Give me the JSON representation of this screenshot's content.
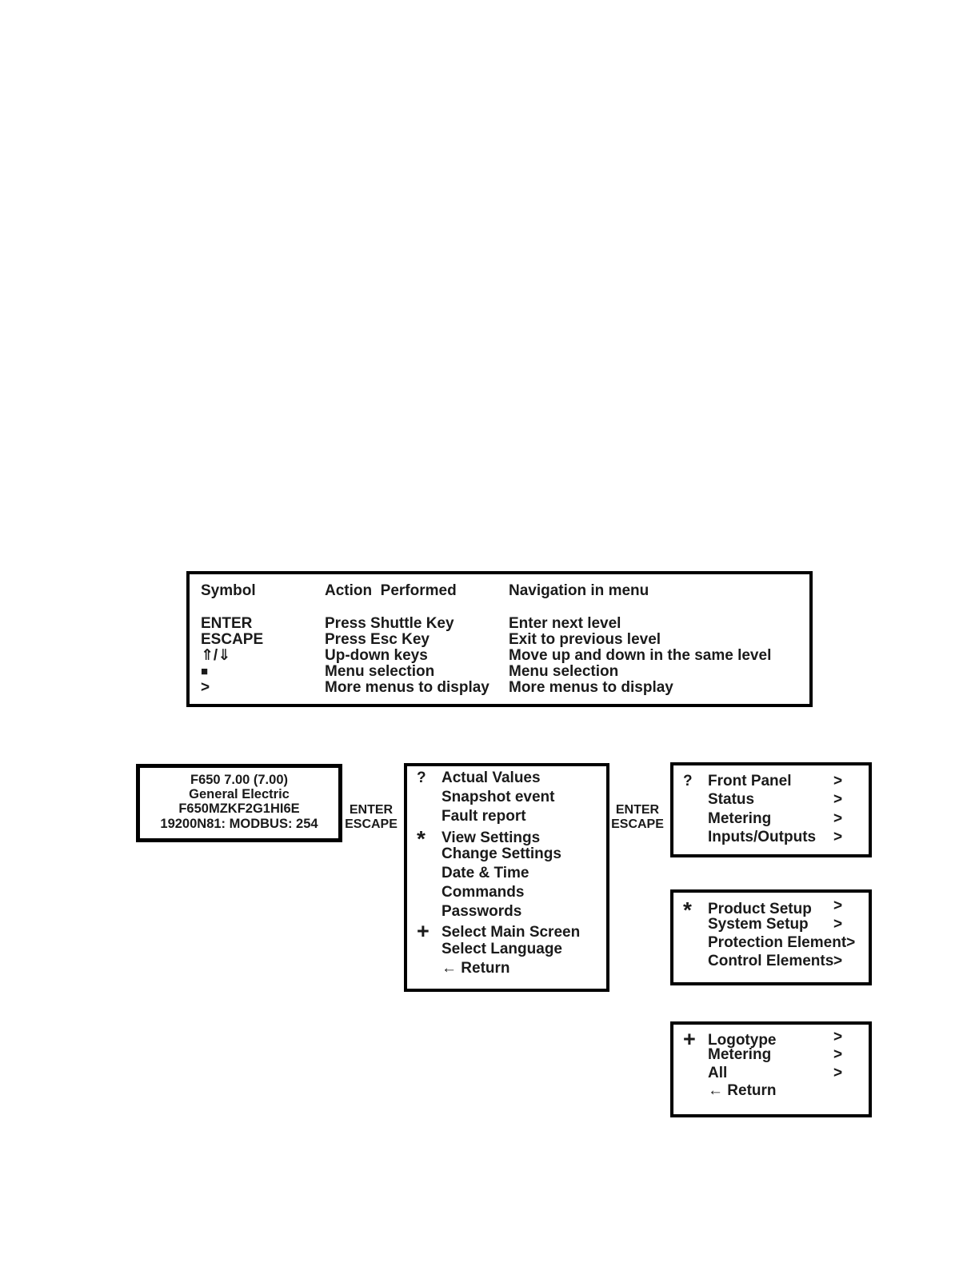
{
  "colors": {
    "background": "#ffffff",
    "ink": "#1a1a1a",
    "border": "#000000"
  },
  "legend_table": {
    "headers": {
      "symbol": "Symbol",
      "action": "Action  Performed",
      "navigation": "Navigation in menu"
    },
    "rows": [
      {
        "symbol": "ENTER",
        "action": "Press Shuttle Key",
        "navigation": "Enter next level"
      },
      {
        "symbol": "ESCAPE",
        "action": "Press Esc Key",
        "navigation": "Exit to previous level"
      },
      {
        "symbol": "⇑/⇓",
        "action": "Up-down keys",
        "navigation": "Move up and down in the same level"
      },
      {
        "symbol": "■",
        "action": "Menu selection",
        "navigation": "Menu selection"
      },
      {
        "symbol": ">",
        "action": "More menus to display",
        "navigation": "More menus to display"
      }
    ]
  },
  "device_screen": {
    "lines": [
      "F650 7.00 (7.00)",
      "General Electric",
      "F650MZKF2G1HI6E",
      "19200N81: MODBUS: 254"
    ]
  },
  "connectors": {
    "first": {
      "enter": "ENTER",
      "escape": "ESCAPE"
    },
    "second": {
      "enter": "ENTER",
      "escape": "ESCAPE"
    }
  },
  "main_menu": {
    "items": [
      {
        "symbol": "?",
        "label": "Actual Values"
      },
      {
        "symbol": "",
        "label": "Snapshot event"
      },
      {
        "symbol": "",
        "label": "Fault report"
      },
      {
        "symbol": "*",
        "label": "View Settings"
      },
      {
        "symbol": "",
        "label": "Change Settings"
      },
      {
        "symbol": "",
        "label": "Date & Time"
      },
      {
        "symbol": "",
        "label": "Commands"
      },
      {
        "symbol": "",
        "label": "Passwords"
      },
      {
        "symbol": "+",
        "label": "Select Main Screen"
      },
      {
        "symbol": "",
        "label": "Select Language"
      },
      {
        "symbol": "",
        "label": "← Return"
      }
    ]
  },
  "actual_values_menu": {
    "items": [
      {
        "symbol": "?",
        "label": "Front Panel",
        "arrow": ">"
      },
      {
        "symbol": "",
        "label": "Status",
        "arrow": ">"
      },
      {
        "symbol": "",
        "label": "Metering",
        "arrow": ">"
      },
      {
        "symbol": "",
        "label": "Inputs/Outputs",
        "arrow": ">"
      }
    ]
  },
  "view_settings_menu": {
    "items": [
      {
        "symbol": "*",
        "label": "Product Setup",
        "arrow": ">"
      },
      {
        "symbol": "",
        "label": "System Setup",
        "arrow": ">"
      },
      {
        "symbol": "",
        "label": "Protection Element",
        "arrow": ">"
      },
      {
        "symbol": "",
        "label": "Control Elements",
        "arrow": ">"
      }
    ]
  },
  "main_screen_menu": {
    "items": [
      {
        "symbol": "+",
        "label": "Logotype",
        "arrow": ">"
      },
      {
        "symbol": "",
        "label": "Metering",
        "arrow": ">"
      },
      {
        "symbol": "",
        "label": "All",
        "arrow": ">"
      },
      {
        "symbol": "",
        "label": "← Return",
        "arrow": ""
      }
    ]
  }
}
